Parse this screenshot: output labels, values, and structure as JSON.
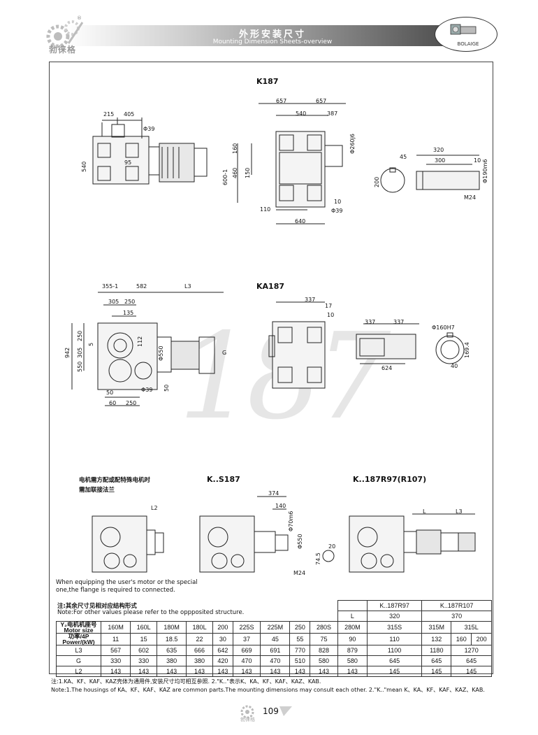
{
  "header": {
    "title_cn": "外形安装尺寸",
    "title_en": "Mounting Dimension Sheets-overview",
    "brand_left": "勃徕格",
    "brand_right": "BOLAIGE",
    "reg": "®"
  },
  "sections": {
    "k187": "K187",
    "ka187": "KA187",
    "ks187": "K..S187",
    "kr": "K..187R97(R107)",
    "watermark": "187"
  },
  "k187_dims": {
    "d215": "215",
    "d405": "405",
    "phi39a": "Φ39",
    "d540": "540",
    "d95": "95",
    "d657a": "657",
    "d657b": "657",
    "d540b": "540",
    "d387": "387",
    "phi260": "Φ260j6",
    "d160": "160",
    "d150": "150",
    "d460": "460",
    "d600": "600-1",
    "d110": "110",
    "d640": "640",
    "d10": "10",
    "phi39b": "Φ39",
    "d45": "45",
    "d200": "200",
    "d320": "320",
    "d300": "300",
    "d10b": "10",
    "phi190": "Φ190m6",
    "m24": "M24"
  },
  "ka187_dims": {
    "d355": "355-1",
    "d582": "582",
    "l3": "L3",
    "d305": "305",
    "d250": "250",
    "d135": "135",
    "d942": "942",
    "d250b": "250",
    "d305b": "305",
    "d5": "5",
    "d550": "550",
    "d112": "112",
    "phi550": "Φ550",
    "g": "G",
    "d50": "50",
    "phi39": "Φ39",
    "d50b": "50",
    "d60": "60",
    "d250c": "250",
    "d337": "337",
    "d17": "17",
    "d10": "10",
    "d337b": "337",
    "d337c": "337",
    "d624": "624",
    "phi160": "Φ160H7",
    "d1694": "169.4",
    "d40": "40"
  },
  "ks_dims": {
    "cn_note1": "电机需方配或配特殊电机时",
    "cn_note2": "需加联接法兰",
    "l2": "L2",
    "d374": "374",
    "d140": "140",
    "phi70": "Φ70m6",
    "phi550": "Φ550",
    "d20": "20",
    "d745": "74.5",
    "m24": "M24",
    "l": "L",
    "l3": "L3"
  },
  "notes": {
    "en_special_1": "When equipping the user's motor or the special",
    "en_special_2": "one,the flange is required to connected.",
    "cn_other": "注:其余尺寸见相对应结构形式",
    "en_other": "Note:For other values please refer to the oppposited structure."
  },
  "table": {
    "l_label": "L",
    "k_r97": "K..187R97",
    "k_r107": "K..187R107",
    "l_r97": "320",
    "l_r107": "370",
    "motor_cn": "Y₂电机机座号",
    "motor_en": "Motor size",
    "power_cn": "功率/4P",
    "power_en": "Power/(kW)",
    "sizes": [
      "160M",
      "160L",
      "180M",
      "180L",
      "200",
      "225S",
      "225M",
      "250",
      "280S",
      "280M",
      "315S",
      "315M",
      "315L"
    ],
    "power": [
      "11",
      "15",
      "18.5",
      "22",
      "30",
      "37",
      "45",
      "55",
      "75",
      "90",
      "110",
      "132",
      "160",
      "200"
    ],
    "rows": [
      {
        "label": "L3",
        "values": [
          "567",
          "602",
          "635",
          "666",
          "642",
          "669",
          "691",
          "770",
          "828",
          "879",
          "1100",
          "1180",
          "1270"
        ]
      },
      {
        "label": "G",
        "values": [
          "330",
          "330",
          "380",
          "380",
          "420",
          "470",
          "470",
          "510",
          "580",
          "580",
          "645",
          "645",
          "645"
        ]
      },
      {
        "label": "L2",
        "values": [
          "143",
          "143",
          "143",
          "143",
          "143",
          "143",
          "143",
          "143",
          "143",
          "143",
          "145",
          "145",
          "145"
        ]
      }
    ]
  },
  "footnotes": {
    "cn": "注:1.KA、KF、KAF、KAZ壳体为通用件,安装尺寸均可相互参照.   2.\"K..\"表示K、KA、KF、KAF、KAZ、KAB.",
    "en": "Note:1.The housings of KA、KF、KAF、KAZ are common parts.The mounting dimensions may consult each other.  2.\"K..\"mean K、KA、KF、KAF、KAZ、KAB."
  },
  "page": {
    "number": "109",
    "foot_brand": "勃徕格"
  }
}
